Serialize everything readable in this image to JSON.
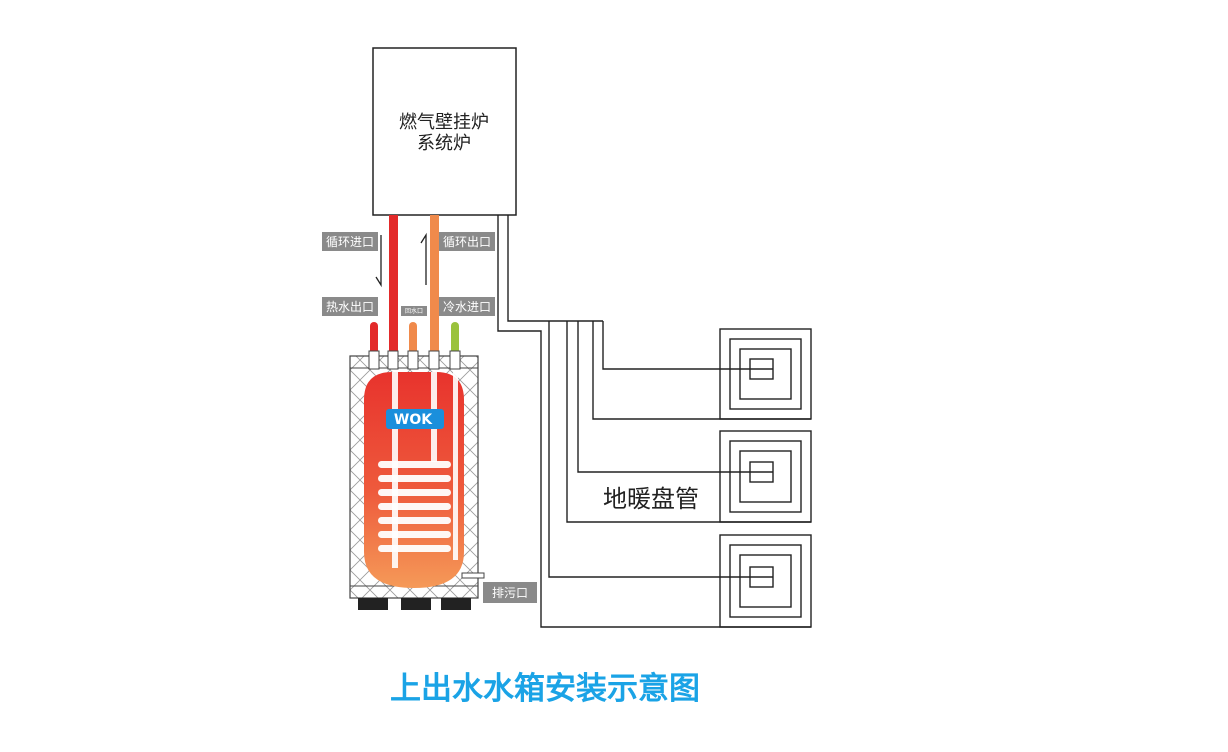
{
  "boiler": {
    "line1": "燃气壁挂炉",
    "line2": "系统炉"
  },
  "tags": {
    "circulation_inlet": "循环进口",
    "circulation_outlet": "循环出口",
    "hot_water_outlet": "热水出口",
    "cold_water_inlet": "冷水进口",
    "small_port": "回水口",
    "drain": "排污口"
  },
  "tank": {
    "brand": "WOK"
  },
  "floor_heating": {
    "label": "地暖盘管"
  },
  "caption": "上出水水箱安装示意图",
  "colors": {
    "hot_pipe": "#e32a2a",
    "warm_pipe": "#f08a4b",
    "cold_pipe": "#9ac23c",
    "tank_top": "#e8332d",
    "tank_bottom": "#f59a58",
    "tag_bg": "#8a8a8a",
    "caption": "#1aa3e6",
    "brand_bg": "#1a8fdc"
  }
}
